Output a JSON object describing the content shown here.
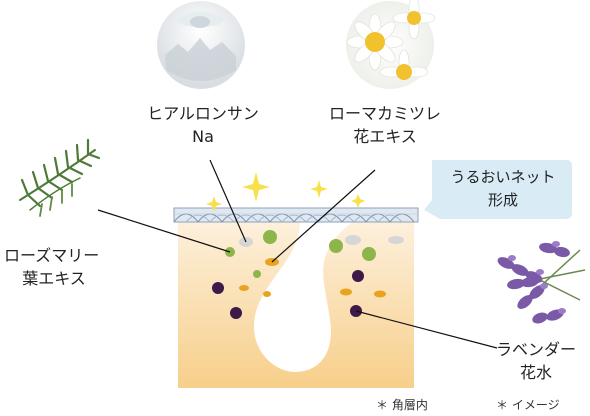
{
  "labels": {
    "hyaluronic": [
      "ヒアルロンサン",
      "Na"
    ],
    "chamomile": [
      "ローマカミツレ",
      "花エキス"
    ],
    "rosemary": [
      "ローズマリー",
      "葉エキス"
    ],
    "lavender": [
      "ラベンダー",
      "花水"
    ],
    "net_callout": [
      "うるおいネット",
      "形成"
    ]
  },
  "notes": {
    "stratum": "＊ 角層内",
    "image": "＊ イメージ"
  },
  "colors": {
    "skin_top": "#fdf0dc",
    "skin_bottom": "#f7cf8a",
    "net_fill": "#dfe7f0",
    "net_line": "#8fa3bd",
    "callout": "#d9ecf6",
    "sparkle": "#f7e04a",
    "dot_green": "#8cb64a",
    "dot_orange": "#e9a31f",
    "dot_purple": "#3d1a48",
    "dot_gray": "#d6d6d6"
  }
}
